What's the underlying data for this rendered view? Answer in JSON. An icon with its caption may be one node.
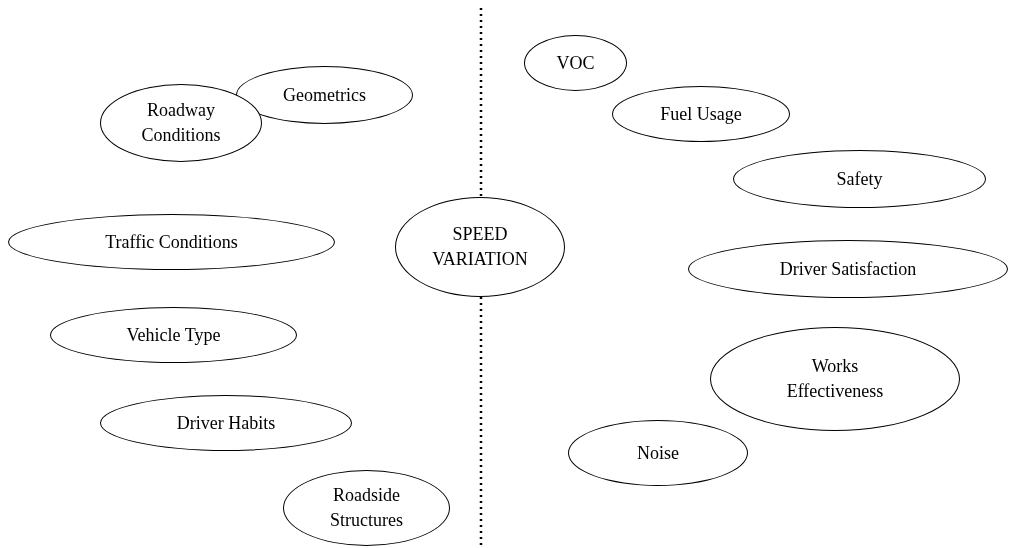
{
  "diagram": {
    "nodes": [
      {
        "text": [
          "Geometrics"
        ]
      },
      {
        "text": [
          "Roadway Conditions"
        ]
      },
      {
        "text": [
          "Traffic Conditions"
        ]
      },
      {
        "text": [
          "SPEED VARIATION"
        ]
      },
      {
        "text": [
          "Vehicle Type"
        ]
      },
      {
        "text": [
          "Driver Habits"
        ]
      },
      {
        "text": [
          "Roadside Structures"
        ]
      },
      {
        "text": [
          "VOC"
        ]
      },
      {
        "text": [
          "Fuel Usage"
        ]
      },
      {
        "text": [
          "Safety"
        ]
      },
      {
        "text": [
          "Driver Satisfaction"
        ]
      },
      {
        "text": [
          "Works Effectiveness"
        ]
      },
      {
        "text": [
          "Noise"
        ]
      }
    ]
  }
}
